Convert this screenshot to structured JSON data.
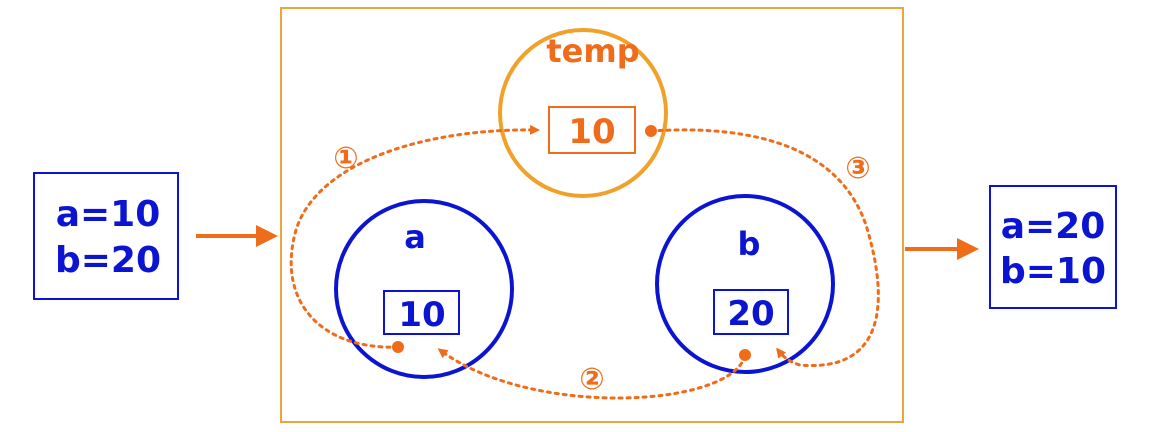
{
  "input": {
    "line1": "a=10",
    "line2": "b=20"
  },
  "output": {
    "line1": "a=20",
    "line2": "b=10"
  },
  "temp": {
    "label": "temp",
    "value": "10"
  },
  "var_a": {
    "label": "a",
    "value": "10"
  },
  "var_b": {
    "label": "b",
    "value": "20"
  },
  "steps": {
    "s1": "①",
    "s2": "②",
    "s3": "③"
  },
  "colors": {
    "blue": "#0b14d0",
    "orange": "#ef6c1a",
    "frame": "#eda43a",
    "temp_circle": "#f0a12a"
  }
}
